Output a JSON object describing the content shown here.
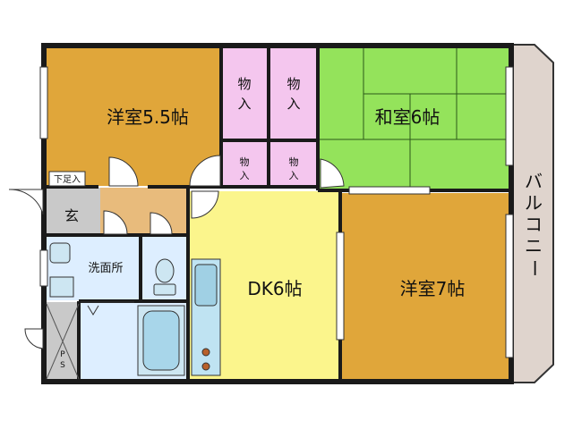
{
  "rooms": {
    "western_1": "洋室5.5帖",
    "japanese": "和室6帖",
    "dk": "DK6帖",
    "western_2": "洋室7帖",
    "washroom": "洗面所",
    "entrance": "玄",
    "shoe_storage": "下足入",
    "pipe_space": "PS",
    "balcony": [
      "バ",
      "ル",
      "コ",
      "ニ",
      "ー"
    ]
  },
  "closet": {
    "top": "物",
    "bottom": "入"
  },
  "colors": {
    "western": "#e0a63a",
    "japanese": "#94e35b",
    "dk": "#fbf58c",
    "wet": "#ddeeff",
    "entrance": "#c9c9c9",
    "closet": "#f4c6ee",
    "corridor": "#e8bb7c",
    "balcony": "#dfd4cd",
    "wall": "#1a1a1a"
  }
}
